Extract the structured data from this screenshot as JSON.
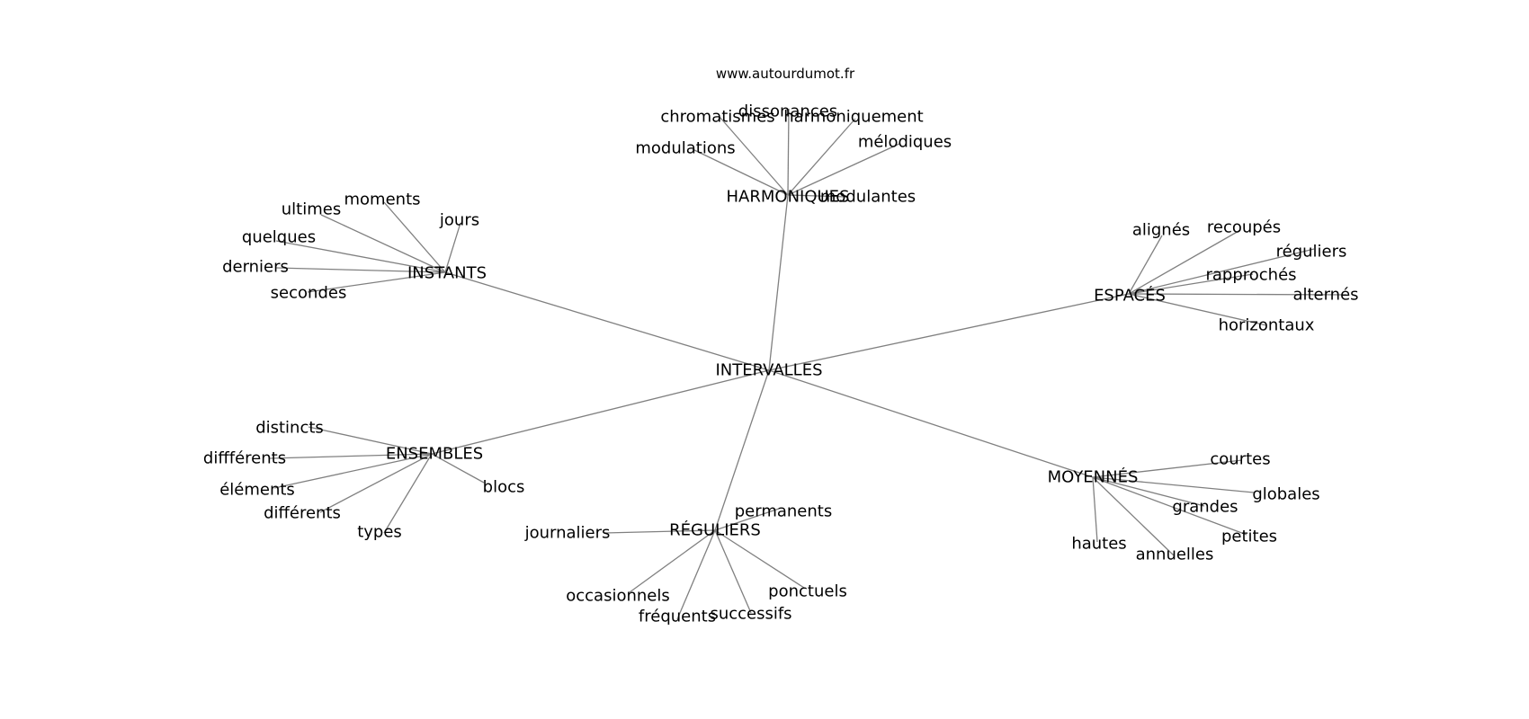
{
  "site": "www.autourdumot.fr",
  "colors": {
    "edge": "#808080",
    "text": "#000000",
    "background": "#ffffff"
  },
  "graph": {
    "center": "INTERVALLES",
    "groups": [
      {
        "hub": "HARMONIQUES",
        "leaves": [
          "chromatismes",
          "dissonances",
          "harmoniquement",
          "mélodiques",
          "modulations",
          "modulantes"
        ]
      },
      {
        "hub": "INSTANTS",
        "leaves": [
          "moments",
          "ultimes",
          "jours",
          "quelques",
          "derniers",
          "secondes"
        ]
      },
      {
        "hub": "ESPACÉS",
        "leaves": [
          "alignés",
          "recoupés",
          "réguliers",
          "rapprochés",
          "alternés",
          "horizontaux"
        ]
      },
      {
        "hub": "ENSEMBLES",
        "leaves": [
          "distincts",
          "diffférents",
          "éléments",
          "différents",
          "types",
          "blocs"
        ]
      },
      {
        "hub": "RÉGULIERS",
        "leaves": [
          "permanents",
          "journaliers",
          "occasionnels",
          "fréquents",
          "successifs",
          "ponctuels"
        ]
      },
      {
        "hub": "MOYENNÉS",
        "leaves": [
          "courtes",
          "globales",
          "grandes",
          "petites",
          "hautes",
          "annuelles"
        ]
      }
    ]
  }
}
